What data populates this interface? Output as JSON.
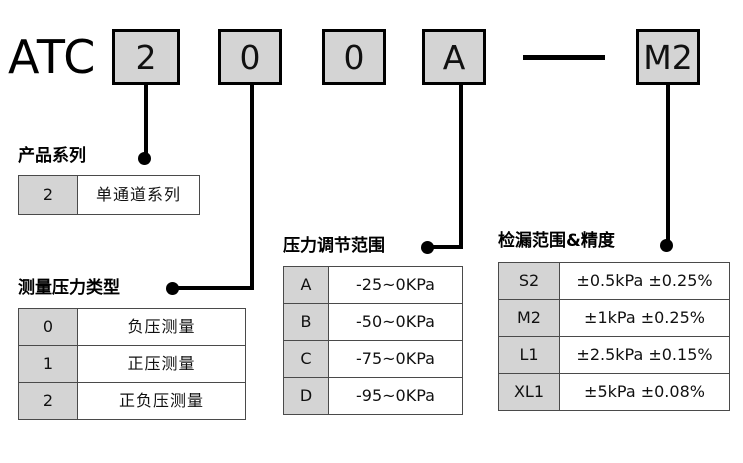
{
  "model": {
    "brand": "ATC",
    "segments": [
      {
        "name": "series",
        "value": "2"
      },
      {
        "name": "pressure-type",
        "value": "0"
      },
      {
        "name": "spare",
        "value": "0"
      },
      {
        "name": "adjust-range",
        "value": "A"
      },
      {
        "name": "leak-range",
        "value": "M2"
      }
    ],
    "separator": "—"
  },
  "sections": {
    "series": {
      "heading": "产品系列",
      "rows": [
        {
          "code": "2",
          "desc": "单通道系列"
        }
      ]
    },
    "pressure_type": {
      "heading": "测量压力类型",
      "rows": [
        {
          "code": "0",
          "desc": "负压测量"
        },
        {
          "code": "1",
          "desc": "正压测量"
        },
        {
          "code": "2",
          "desc": "正负压测量"
        }
      ]
    },
    "adjust_range": {
      "heading": "压力调节范围",
      "rows": [
        {
          "code": "A",
          "desc": "-25~0KPa"
        },
        {
          "code": "B",
          "desc": "-50~0KPa"
        },
        {
          "code": "C",
          "desc": "-75~0KPa"
        },
        {
          "code": "D",
          "desc": "-95~0KPa"
        }
      ]
    },
    "leak_range": {
      "heading": "检漏范围&精度",
      "rows": [
        {
          "code": "S2",
          "desc": "±0.5kPa ±0.25%"
        },
        {
          "code": "M2",
          "desc": "±1kPa ±0.25%"
        },
        {
          "code": "L1",
          "desc": "±2.5kPa ±0.15%"
        },
        {
          "code": "XL1",
          "desc": "±5kPa ±0.08%"
        }
      ]
    }
  },
  "colors": {
    "fill_gray": "#d4d4d4",
    "line_black": "#000000",
    "cell_border": "#4a4a4a"
  }
}
